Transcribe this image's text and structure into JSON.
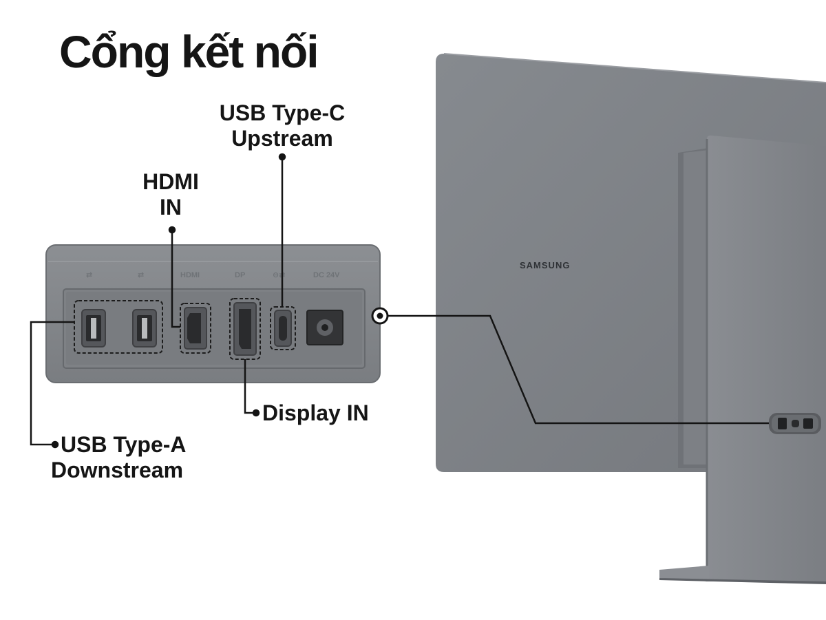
{
  "title": "Cổng kết nối",
  "brand": "SAMSUNG",
  "port_labels": {
    "usb_a_1": "⇄",
    "usb_a_2": "⇄",
    "hdmi": "HDMI",
    "dp": "DP",
    "usbc": "⊖⇄",
    "dc": "DC 24V"
  },
  "callouts": {
    "usbc_upstream": {
      "line1": "USB Type-C",
      "line2": "Upstream"
    },
    "hdmi_in": {
      "line1": "HDMI",
      "line2": "IN"
    },
    "display_in": {
      "line1": "Display IN"
    },
    "usba_downstream": {
      "line1": "USB Type-A",
      "line2": "Downstream"
    }
  },
  "colors": {
    "monitor_body": "#7e8186",
    "monitor_shade": "#6c6f74",
    "panel": "#84878b",
    "panel_inner": "#76797d",
    "port": "#2b2c2e",
    "line": "#141414"
  }
}
